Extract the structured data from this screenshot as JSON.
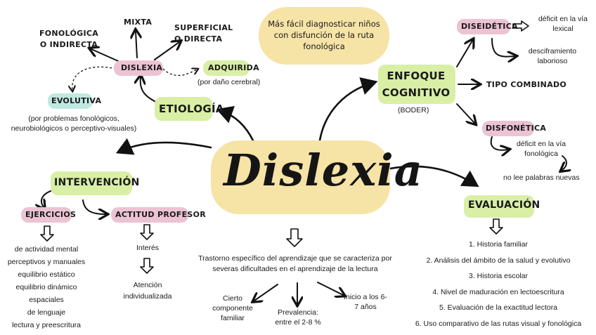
{
  "title": "Dislexia",
  "callout": "Más fácil diagnosticar niños con disfunción de la ruta fonológica",
  "etiologia": {
    "label": "ETIOLOGÍA",
    "center": "DISLEXIA",
    "types": {
      "fonologica": "FONOLÓGICA O INDIRECTA",
      "mixta": "MIXTA",
      "superficial": "SUPERFICIAL O DIRECTA",
      "adquirida": "ADQUIRIDA",
      "adquirida_note": "(por daño cerebral)",
      "evolutiva": "EVOLUTIVA",
      "evolutiva_note": "(por problemas fonológicos, neurobiológicos o perceptivo-visuales)"
    }
  },
  "enfoque": {
    "label": "ENFOQUE COGNITIVO",
    "sub": "(BODER)",
    "diseidetica": "DISEIDÉTICA",
    "diseidetica_1": "déficit en la vía lexical",
    "diseidetica_2": "desciframiento laborioso",
    "combinado": "TIPO COMBINADO",
    "disfonetica": "DISFONÉTICA",
    "disfonetica_1": "déficit en la vía fonológica",
    "disfonetica_2": "no lee palabras nuevas"
  },
  "intervencion": {
    "label": "INTERVENCIÓN",
    "ejercicios": "EJERCICIOS",
    "ejercicios_items": [
      "de actividad mental",
      "perceptivos y manuales",
      "equilibrio estático",
      "equilibrio dinámico",
      "espaciales",
      "de lenguaje",
      "lectura y preescritura"
    ],
    "actitud": "ACTITUD PROFESOR",
    "actitud_1": "Interés",
    "actitud_2": "Atención individualizada"
  },
  "definicion": {
    "text": "Trastorno específico del aprendizaje que se caracteriza por severas dificultades en el aprendizaje de la lectura",
    "left": "Cierto componente familiar",
    "middle": "Prevalencia: entre el 2-8 %",
    "right": "Inicio a los 6-7 años"
  },
  "evaluacion": {
    "label": "EVALUACIÓN",
    "items": [
      "1. Historia familiar",
      "2. Análisis del ámbito de la salud y evolutivo",
      "3. Historia escolar",
      "4. Nivel de maduración en lectoescritura",
      "5. Evaluación de la exactitud lectora",
      "6. Uso comparativo de las rutas visual y fonológica"
    ]
  },
  "colors": {
    "yellow": "#f6e3a6",
    "green": "#d9efa6",
    "pink": "#ecc3d3",
    "teal": "#bfe8e0"
  }
}
